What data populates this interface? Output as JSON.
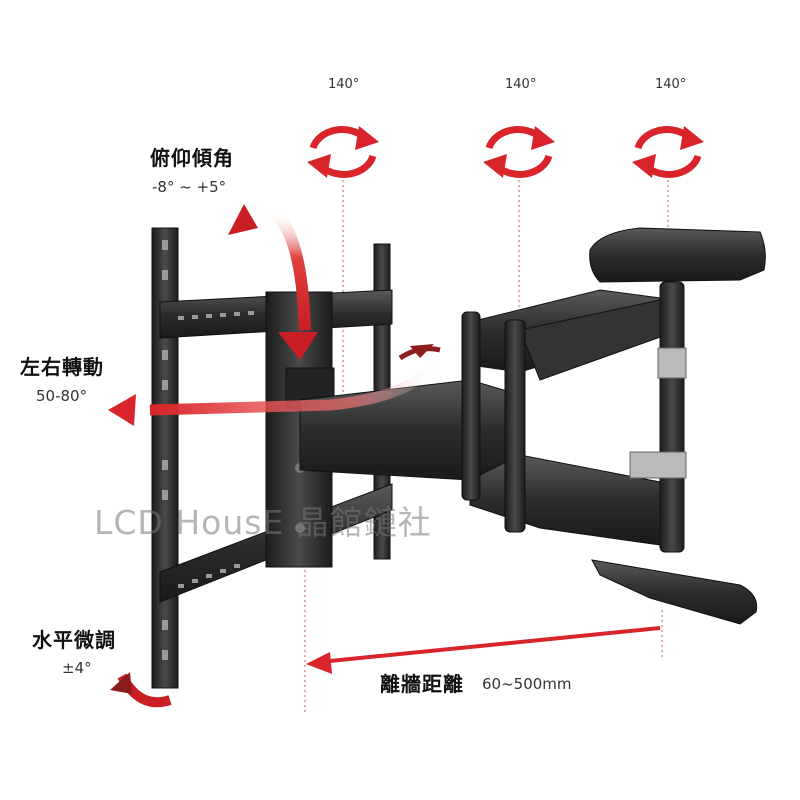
{
  "rotation_labels": [
    "140°",
    "140°",
    "140°"
  ],
  "tilt": {
    "label": "俯仰傾角",
    "range": "-8° ~ +5°"
  },
  "swivel": {
    "label": "左右轉動",
    "range": "50-80°"
  },
  "level": {
    "label": "水平微調",
    "range": "±4°"
  },
  "extension": {
    "label": "離牆距離",
    "range": "60~500mm"
  },
  "watermark": "LCD HousE 晶館鏈社",
  "colors": {
    "accent": "#d8242a",
    "metal": "#2b2b2b",
    "metal_light": "#4a4a4a"
  }
}
